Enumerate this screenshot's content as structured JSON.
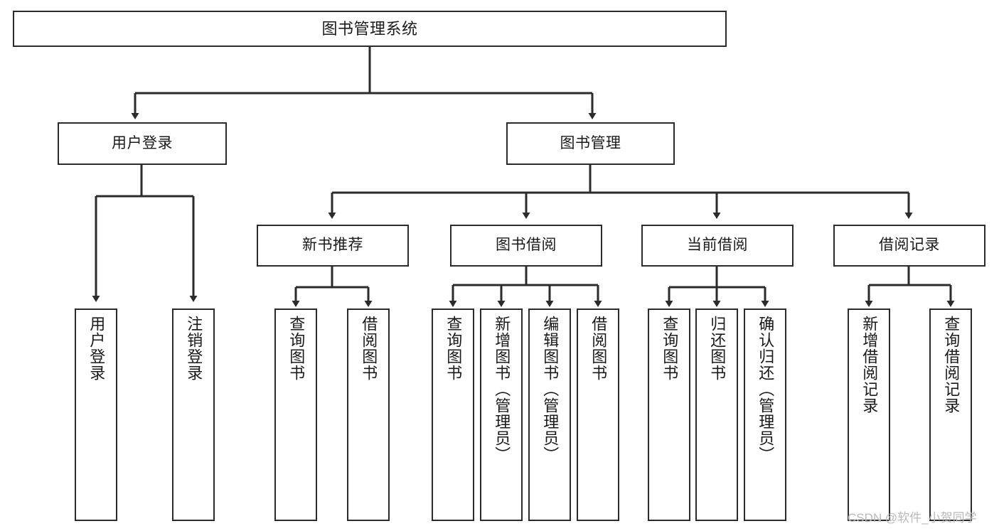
{
  "diagram": {
    "title": "图书管理系统",
    "type": "tree-hierarchy",
    "orientation": "top-down",
    "colors": {
      "background": "#ffffff",
      "node_border": "#2b2b2b",
      "node_fill": "#ffffff",
      "edge": "#2b2b2b",
      "text": "#1a1a1a",
      "watermark": "#b9b9b9"
    }
  },
  "nodes": {
    "root": {
      "label": "图书管理系统"
    },
    "level1": [
      {
        "id": "user-login",
        "label": "用户登录"
      },
      {
        "id": "book-management",
        "label": "图书管理"
      }
    ],
    "level2": [
      {
        "id": "new-book-recommend",
        "label": "新书推荐"
      },
      {
        "id": "book-borrow",
        "label": "图书借阅"
      },
      {
        "id": "current-borrow",
        "label": "当前借阅"
      },
      {
        "id": "borrow-record",
        "label": "借阅记录"
      }
    ],
    "leaves": {
      "user-login": [
        {
          "id": "leaf-user-login",
          "label": "用户登录"
        },
        {
          "id": "leaf-logout",
          "label": "注销登录"
        }
      ],
      "new-book-recommend": [
        {
          "id": "leaf-query-book-1",
          "label": "查询图书"
        },
        {
          "id": "leaf-borrow-book-1",
          "label": "借阅图书"
        }
      ],
      "book-borrow": [
        {
          "id": "leaf-query-book-2",
          "label": "查询图书"
        },
        {
          "id": "leaf-add-book",
          "label": "新增图书（管理员）"
        },
        {
          "id": "leaf-edit-book",
          "label": "编辑图书（管理员）"
        },
        {
          "id": "leaf-borrow-book-2",
          "label": "借阅图书"
        }
      ],
      "current-borrow": [
        {
          "id": "leaf-query-book-3",
          "label": "查询图书"
        },
        {
          "id": "leaf-return-book",
          "label": "归还图书"
        },
        {
          "id": "leaf-confirm-return",
          "label": "确认归还（管理员）"
        }
      ],
      "borrow-record": [
        {
          "id": "leaf-add-record",
          "label": "新增借阅记录"
        },
        {
          "id": "leaf-query-record",
          "label": "查询借阅记录"
        }
      ]
    }
  },
  "watermark": {
    "text": "CSDN @软件_小贺同学"
  }
}
